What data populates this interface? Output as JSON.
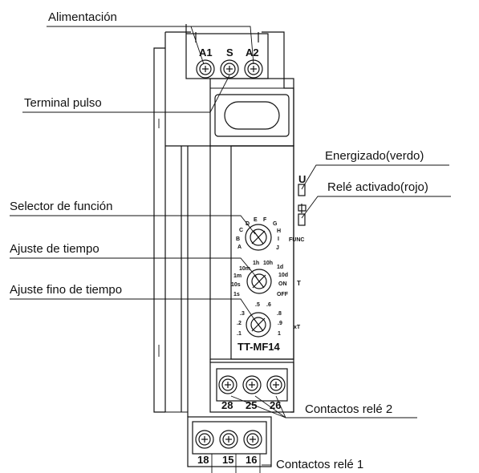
{
  "labels": {
    "alimentacion": "Alimentación",
    "terminal_pulso": "Terminal pulso",
    "energizado": "Energizado(verdo)",
    "rele_activado": "Relé activado(rojo)",
    "selector_funcion": "Selector de función",
    "ajuste_tiempo": "Ajuste de tiempo",
    "ajuste_fino": "Ajuste fino de tiempo",
    "contactos_rele_2": "Contactos relé 2",
    "contactos_rele_1": "Contactos relé 1"
  },
  "terminals": {
    "top": [
      "A1",
      "S",
      "A2"
    ],
    "middle": [
      "28",
      "25",
      "26"
    ],
    "bottom": [
      "18",
      "15",
      "16"
    ]
  },
  "leds": {
    "u": "U",
    "relay_icon": "relay-coil-symbol"
  },
  "dials": {
    "function": {
      "ticks": [
        "A",
        "B",
        "C",
        "D",
        "E",
        "F",
        "G",
        "H",
        "I",
        "J"
      ],
      "caption": "FUNC"
    },
    "time": {
      "ticks": [
        "1s",
        "10s",
        "1m",
        "10m",
        "1h",
        "10h",
        "1d",
        "10d",
        "ON",
        "OFF"
      ],
      "caption": "T"
    },
    "fine": {
      "ticks": [
        ".1",
        ".2",
        ".3",
        ".5",
        ".6",
        ".8",
        ".9",
        "1"
      ],
      "caption": "xT"
    }
  },
  "model": "TT-MF14"
}
